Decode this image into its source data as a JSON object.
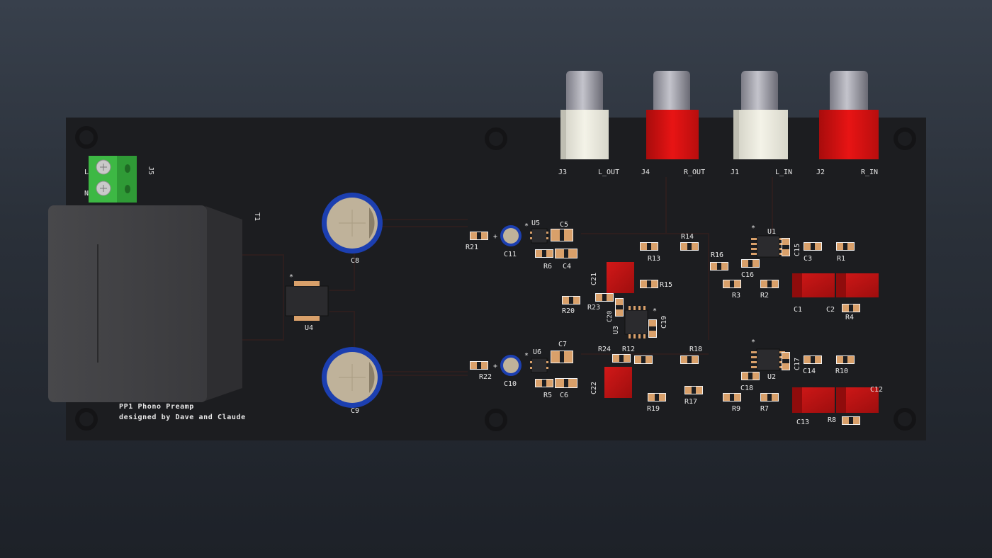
{
  "colors": {
    "board": "#1c1d20",
    "pad": "#d9a06a",
    "silk": "#e8e8e8",
    "rca_red": "#e01010",
    "rca_white": "#efeee2",
    "cap_blue": "#1c3fb0",
    "terminal_green": "#2f9a36",
    "film_cap_red": "#c81515",
    "transformer": "#3e3e40",
    "ic_body": "#2b2b2e"
  },
  "board": {
    "credit_line1": "PP1 Phono Preamp",
    "credit_line2": "designed by Dave and Claude"
  },
  "connectors": {
    "j3": {
      "ref": "J3",
      "label": "L_OUT"
    },
    "j4": {
      "ref": "J4",
      "label": "R_OUT"
    },
    "j1": {
      "ref": "J1",
      "label": "L_IN"
    },
    "j2": {
      "ref": "J2",
      "label": "R_IN"
    },
    "j5": {
      "ref": "J5",
      "pin_l": "L",
      "pin_n": "N"
    }
  },
  "refs": {
    "T1": "T1",
    "U4": "U4",
    "C8": "C8",
    "C9": "C9",
    "U5": "U5",
    "U6": "U6",
    "U1": "U1",
    "U2": "U2",
    "U3": "U3",
    "C1": "C1",
    "C2": "C2",
    "C3": "C3",
    "C4": "C4",
    "C5": "C5",
    "C6": "C6",
    "C7": "C7",
    "C10": "C10",
    "C11": "C11",
    "C12": "C12",
    "C13": "C13",
    "C14": "C14",
    "C15": "C15",
    "C16": "C16",
    "C17": "C17",
    "C18": "C18",
    "C19": "C19",
    "C20": "C20",
    "C21": "C21",
    "C22": "C22",
    "R1": "R1",
    "R2": "R2",
    "R3": "R3",
    "R4": "R4",
    "R5": "R5",
    "R6": "R6",
    "R7": "R7",
    "R8": "R8",
    "R9": "R9",
    "R10": "R10",
    "R12": "R12",
    "R13": "R13",
    "R14": "R14",
    "R15": "R15",
    "R16": "R16",
    "R17": "R17",
    "R18": "R18",
    "R19": "R19",
    "R20": "R20",
    "R21": "R21",
    "R22": "R22",
    "R23": "R23",
    "R24": "R24"
  },
  "markers": {
    "pin1": "*",
    "plus": "+"
  }
}
